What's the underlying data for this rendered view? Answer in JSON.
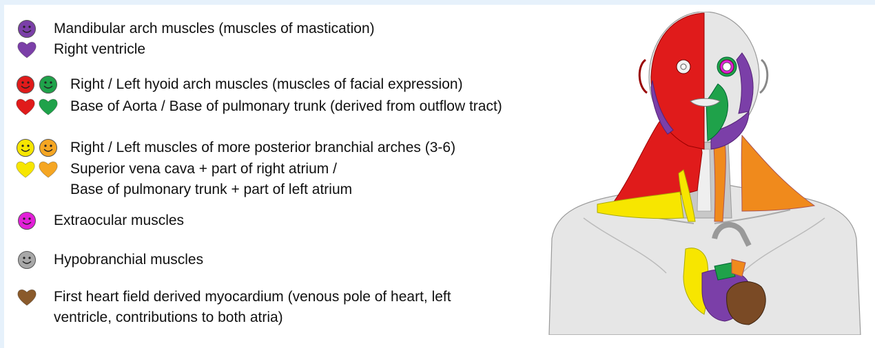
{
  "legend": {
    "mandibular_muscles": {
      "text": "Mandibular arch muscles (muscles of mastication)",
      "icon": "smiley-icon",
      "color": "#7b3fa8"
    },
    "right_ventricle": {
      "text": "Right ventricle",
      "icon": "heart-icon",
      "color": "#7b3fa8"
    },
    "hyoid_muscles": {
      "text": "Right / Left hyoid arch muscles (muscles of facial expression)",
      "icons": [
        "smiley-icon",
        "smiley-icon"
      ],
      "colors": [
        "#e01b1b",
        "#1fa24a"
      ]
    },
    "aorta_pulmonary": {
      "text": "Base of Aorta / Base of pulmonary trunk (derived from outflow tract)",
      "icons": [
        "heart-icon",
        "heart-icon"
      ],
      "colors": [
        "#e01b1b",
        "#1fa24a"
      ]
    },
    "posterior_arches": {
      "text": "Right / Left muscles of more posterior branchial arches (3-6)",
      "icons": [
        "smiley-icon",
        "smiley-icon"
      ],
      "colors": [
        "#f7e600",
        "#f5a623"
      ]
    },
    "vena_cava": {
      "text": "Superior vena cava + part of right atrium /",
      "icons": [
        "heart-icon",
        "heart-icon"
      ],
      "colors": [
        "#f7e600",
        "#f5a623"
      ]
    },
    "pulmonary_left_atrium": {
      "text": "Base of pulmonary trunk + part of left atrium"
    },
    "extraocular": {
      "text": "Extraocular muscles",
      "icon": "smiley-icon",
      "color": "#e21fd8"
    },
    "hypobranchial": {
      "text": "Hypobranchial muscles",
      "icon": "smiley-icon",
      "color": "#a8a8a8"
    },
    "first_heart_field": {
      "line1": "First heart field derived myocardium (venous pole of heart, left",
      "line2": "ventricle, contributions to both atria)",
      "icon": "heart-icon",
      "color": "#8a5a2b"
    }
  },
  "figure": {
    "colors": {
      "red": "#e01b1b",
      "green": "#1fa24a",
      "purple": "#7b3fa8",
      "magenta": "#e21fd8",
      "yellow": "#f7e600",
      "orange": "#f08a1c",
      "grey": "#c8c8c8",
      "brown": "#7a4a25",
      "skin": "#e6e6e6"
    }
  }
}
